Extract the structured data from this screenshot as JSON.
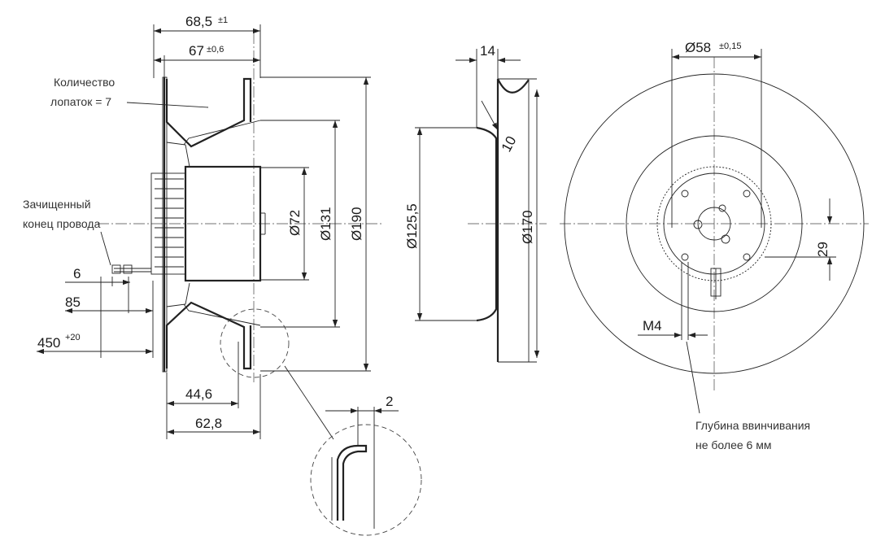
{
  "side_view": {
    "dim_width_total": "68,5",
    "dim_width_total_tol": "±1",
    "dim_width_blade": "67",
    "dim_width_blade_tol": "±0,6",
    "dim_d72": "Ø72",
    "dim_d131": "Ø131",
    "dim_d190": "Ø190",
    "dim_44_6": "44,6",
    "dim_62_8": "62,8",
    "dim_wire_strip": "6",
    "dim_wire_85": "85",
    "dim_wire_450": "450",
    "dim_wire_450_tol": "+20",
    "note_blades": [
      "Количество",
      "лопаток = 7"
    ],
    "note_wire": [
      "Зачищенный",
      "конец провода"
    ]
  },
  "detail_view": {
    "dim_thickness": "2"
  },
  "inlet_view": {
    "dim_width": "14",
    "dim_d125": "Ø125,5",
    "dim_d170": "Ø170",
    "dim_radius": "10"
  },
  "front_view": {
    "dim_d58": "Ø58",
    "dim_d58_tol": "±0,15",
    "dim_29": "29",
    "dim_thread": "M4",
    "note_depth": [
      "Глубина ввинчивания",
      "не более 6 мм"
    ]
  }
}
